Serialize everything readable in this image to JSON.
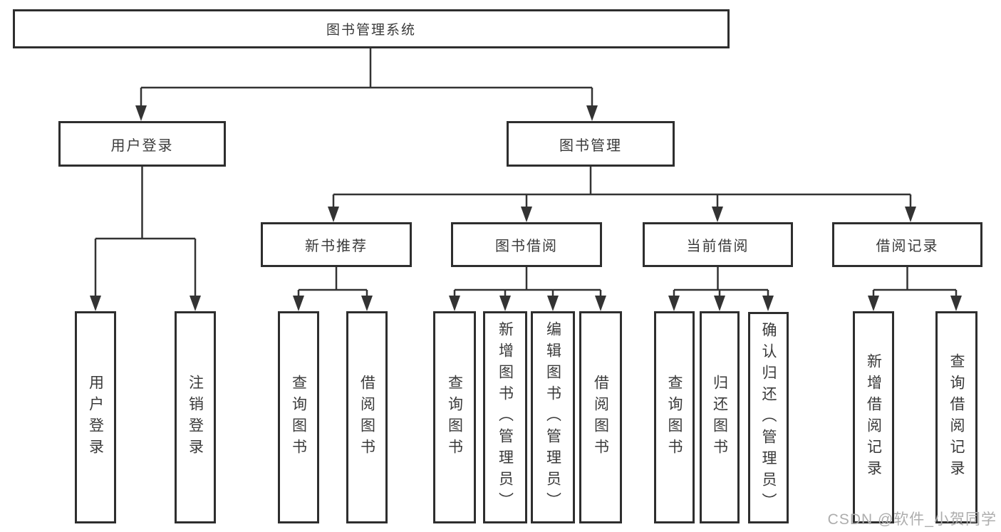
{
  "diagram": {
    "root": {
      "label": "图书管理系统"
    },
    "level2": {
      "user_login": {
        "label": "用户登录"
      },
      "book_mgmt": {
        "label": "图书管理"
      }
    },
    "level3": {
      "new_book_rec": {
        "label": "新书推荐"
      },
      "book_borrow": {
        "label": "图书借阅"
      },
      "current_borrow": {
        "label": "当前借阅"
      },
      "borrow_record": {
        "label": "借阅记录"
      }
    },
    "leaves": {
      "user_login": {
        "label": "用户登录"
      },
      "logout": {
        "label": "注销登录"
      },
      "query_book_1": {
        "label": "查询图书"
      },
      "borrow_book_1": {
        "label": "借阅图书"
      },
      "query_book_2": {
        "label": "查询图书"
      },
      "add_book": {
        "label": "新增图书（管理员）"
      },
      "edit_book": {
        "label": "编辑图书（管理员）"
      },
      "borrow_book_2": {
        "label": "借阅图书"
      },
      "query_book_3": {
        "label": "查询图书"
      },
      "return_book": {
        "label": "归还图书"
      },
      "confirm_return": {
        "label": "确认归还（管理员）"
      },
      "add_record": {
        "label": "新增借阅记录"
      },
      "query_record": {
        "label": "查询借阅记录"
      }
    }
  },
  "watermark": {
    "text": "CSDN @软件_小贺同学"
  },
  "colors": {
    "background": "#ffffff",
    "box_border": "#2e2e2e",
    "connector_line": "#333333",
    "text": "#3a3a3a",
    "watermark": "#adadad"
  }
}
